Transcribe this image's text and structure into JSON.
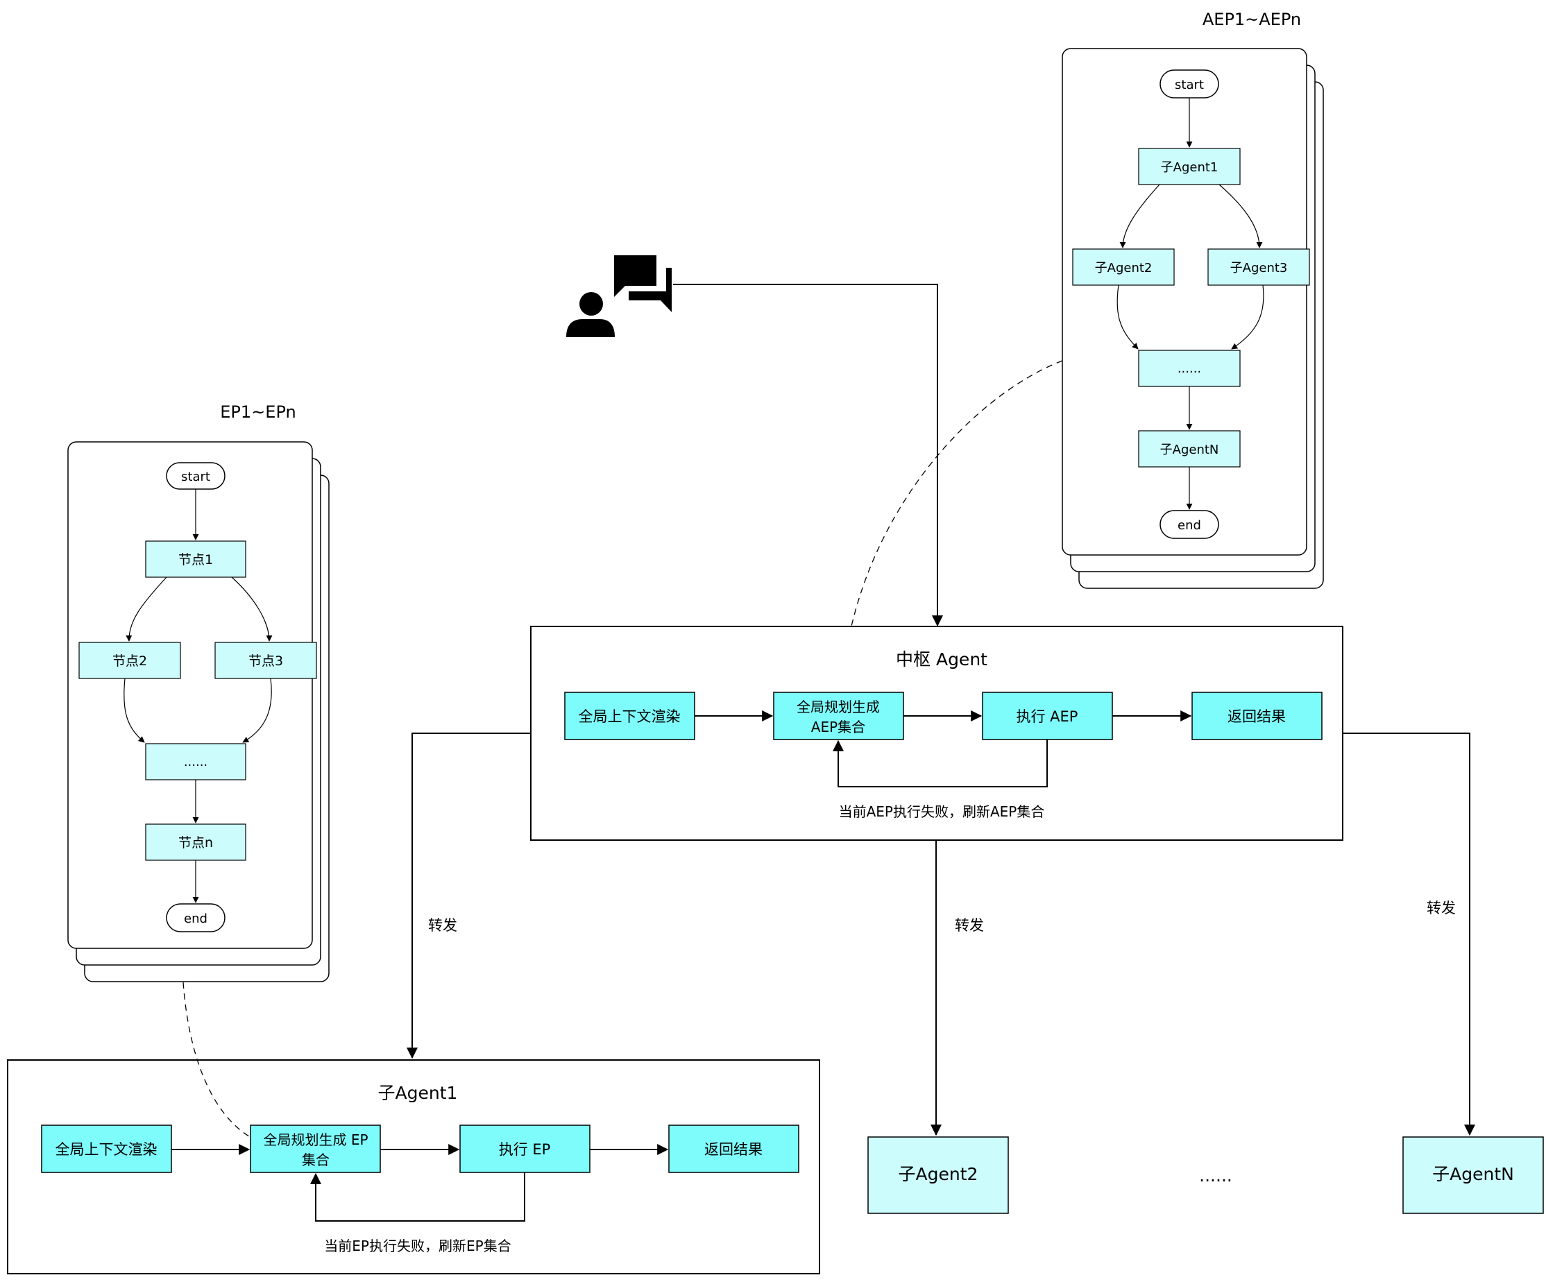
{
  "ep_flow": {
    "title": "EP1~EPn",
    "start": "start",
    "node1": "节点1",
    "node2": "节点2",
    "node3": "节点3",
    "ellipsis": "......",
    "node_n": "节点n",
    "end": "end"
  },
  "aep_flow": {
    "title": "AEP1~AEPn",
    "start": "start",
    "node1": "子Agent1",
    "node2": "子Agent2",
    "node3": "子Agent3",
    "ellipsis": "......",
    "node_n": "子AgentN",
    "end": "end"
  },
  "hub": {
    "title": "中枢 Agent",
    "step_render": "全局上下文渲染",
    "step_plan_line1": "全局规划生成",
    "step_plan_line2": "AEP集合",
    "step_exec": "执行 AEP",
    "step_return": "返回结果",
    "loop_label": "当前AEP执行失败，刷新AEP集合"
  },
  "sub_agent1": {
    "title": "子Agent1",
    "step_render": "全局上下文渲染",
    "step_plan_line1": "全局规划生成 EP",
    "step_plan_line2": "集合",
    "step_exec": "执行 EP",
    "step_return": "返回结果",
    "loop_label": "当前EP执行失败，刷新EP集合"
  },
  "forward_labels": {
    "left": "转发",
    "middle": "转发",
    "right": "转发"
  },
  "sub_agent2": "子Agent2",
  "sub_agent_ellipsis": "......",
  "sub_agent_n": "子AgentN",
  "colors": {
    "flow_node_fill": "#ccfcfc",
    "step_fill": "#7efcfc",
    "sub_agent_fill": "#ccfcfc",
    "stroke": "#000000",
    "icon": "#000000"
  },
  "icons": {
    "user": "user-chat-icon"
  }
}
